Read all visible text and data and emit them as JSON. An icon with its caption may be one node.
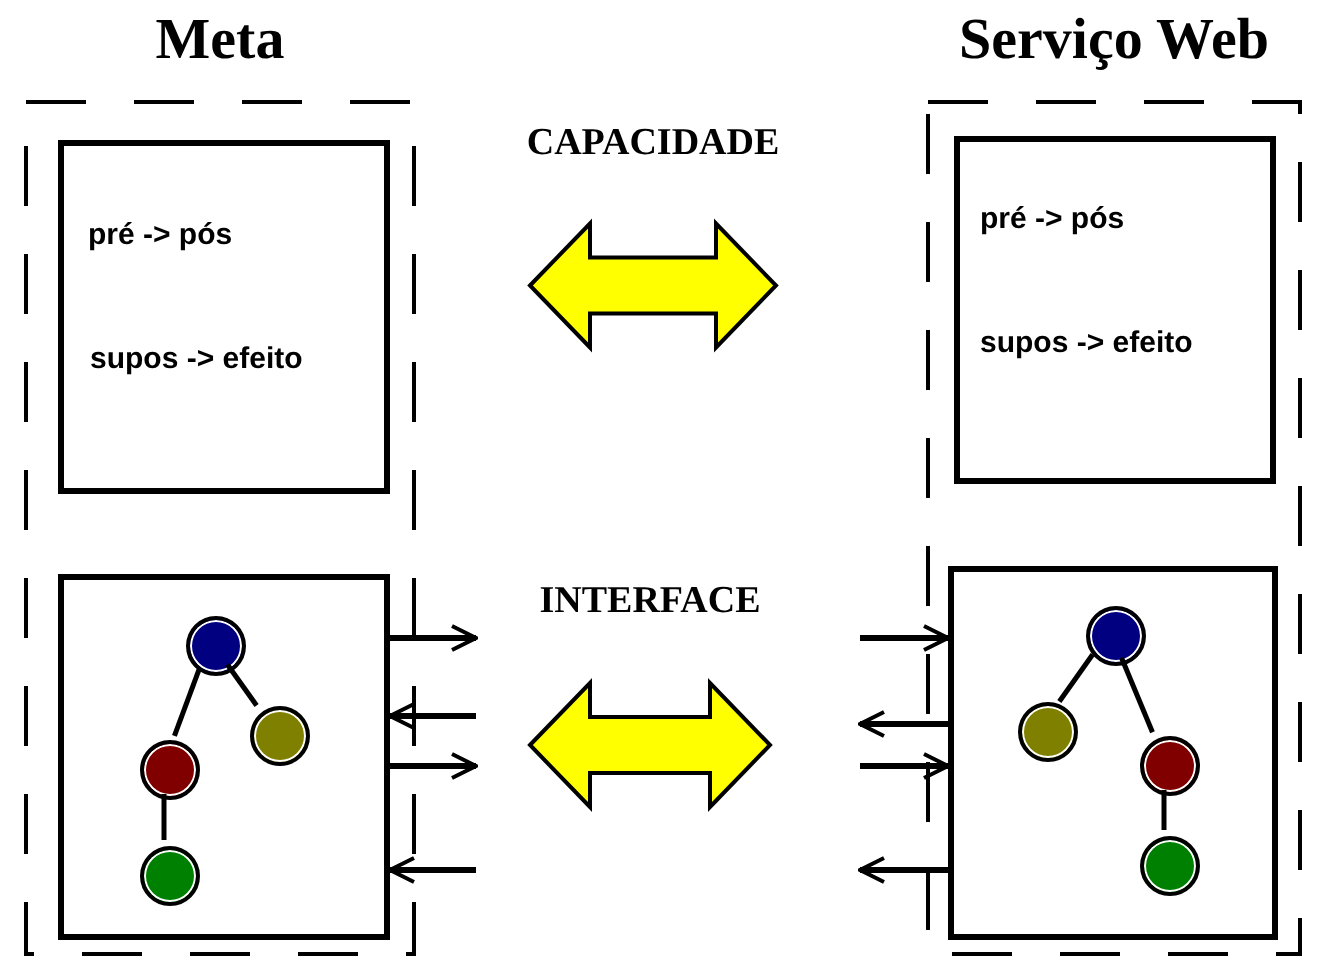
{
  "diagram": {
    "nodes": [
      {
        "text": [
          "Meta"
        ]
      },
      {
        "text": [
          "pré -> pós",
          "supos -> efeito"
        ],
        "in": 0
      },
      {
        "text": [],
        "shape": "box",
        "in": 0
      },
      {
        "text": [],
        "shape": "circle",
        "in": 2
      },
      {
        "text": [],
        "shape": "circle",
        "in": 2
      },
      {
        "text": [],
        "shape": "circle",
        "in": 2
      },
      {
        "text": [],
        "shape": "circle",
        "in": 2
      },
      {
        "text": [
          "Serviço Web"
        ]
      },
      {
        "text": [
          "pré -> pós",
          "supos -> efeito"
        ],
        "in": 7
      },
      {
        "text": [],
        "shape": "box",
        "in": 7
      },
      {
        "text": [],
        "shape": "circle",
        "in": 9
      },
      {
        "text": [],
        "shape": "circle",
        "in": 9
      },
      {
        "text": [],
        "shape": "circle",
        "in": 9
      },
      {
        "text": [],
        "shape": "circle",
        "in": 9
      }
    ],
    "edges": [
      {
        "from": 1,
        "to": 8,
        "arrow": "both",
        "label": "CAPACIDADE",
        "style": "thick",
        "color": "#ffff00"
      },
      {
        "from": 2,
        "to": 9,
        "arrow": "both",
        "label": "INTERFACE",
        "style": "thick",
        "color": "#ffff00"
      },
      {
        "from": 3,
        "to": 4,
        "arrow": "none"
      },
      {
        "from": 3,
        "to": 5,
        "arrow": "none"
      },
      {
        "from": 5,
        "to": 6,
        "arrow": "none"
      },
      {
        "from": 10,
        "to": 11,
        "arrow": "none"
      },
      {
        "from": 10,
        "to": 12,
        "arrow": "none"
      },
      {
        "from": 12,
        "to": 13,
        "arrow": "none"
      },
      {
        "from": 2,
        "to": null,
        "arrow": "to"
      },
      {
        "from": null,
        "to": 2,
        "arrow": "to"
      },
      {
        "from": 2,
        "to": null,
        "arrow": "to"
      },
      {
        "from": null,
        "to": 2,
        "arrow": "to"
      },
      {
        "from": null,
        "to": 9,
        "arrow": "to"
      },
      {
        "from": 9,
        "to": null,
        "arrow": "to"
      },
      {
        "from": null,
        "to": 9,
        "arrow": "to"
      },
      {
        "from": 9,
        "to": null,
        "arrow": "to"
      }
    ]
  }
}
